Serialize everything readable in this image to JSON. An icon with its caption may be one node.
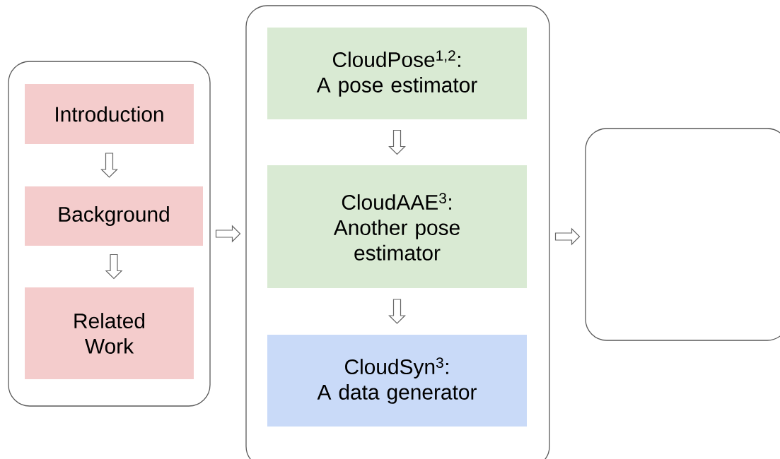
{
  "diagram": {
    "nodes": [
      {
        "text": [],
        "shape": "box"
      },
      {
        "text": [
          "Introduction"
        ],
        "in": 0
      },
      {
        "text": [
          "Background"
        ],
        "in": 0
      },
      {
        "text": [
          "Related Work"
        ],
        "in": 0
      },
      {
        "text": [],
        "shape": "box"
      },
      {
        "text": [
          "CloudPose$^{1,2}$:",
          "A pose estimator"
        ],
        "in": 4
      },
      {
        "text": [
          "CloudAAE$^{3}$:",
          "Another pose estimator"
        ],
        "in": 4
      },
      {
        "text": [
          "CloudSyn$^{3}$:",
          "A data generator"
        ],
        "in": 4
      },
      {
        "text": [],
        "shape": "box"
      }
    ],
    "edges": [
      {
        "from": 1,
        "to": 2,
        "arrow": "to"
      },
      {
        "from": 2,
        "to": 3,
        "arrow": "to"
      },
      {
        "from": 0,
        "to": 4,
        "arrow": "to"
      },
      {
        "from": 5,
        "to": 6,
        "arrow": "to"
      },
      {
        "from": 6,
        "to": 7,
        "arrow": "to"
      },
      {
        "from": 4,
        "to": 8,
        "arrow": "to"
      }
    ]
  }
}
